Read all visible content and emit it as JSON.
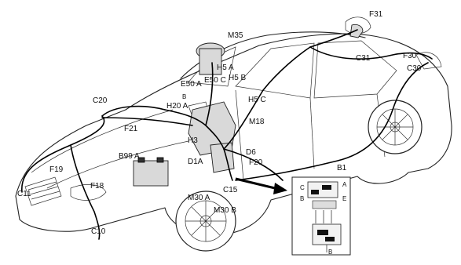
{
  "diagram": {
    "labels": {
      "F31": "F31",
      "M35": "M35",
      "C31": "C31",
      "F30": "F30",
      "C30": "C30",
      "H5A": "H5 A",
      "H5B": "H5 B",
      "E50A": "E50 A",
      "E50C": "E50 C",
      "H20A": "H20 A",
      "H20Bmark": "B",
      "H5C": "H5 C",
      "M18": "M18",
      "C20": "C20",
      "F21": "F21",
      "H3": "H3",
      "D1A": "D1A",
      "B99A": "B99 A",
      "D6": "D6",
      "F20": "F20",
      "F19": "F19",
      "F18": "F18",
      "C11": "C11",
      "C10": "C10",
      "C15": "C15",
      "M30A": "M30 A",
      "M30B": "M30 B",
      "B1": "B1"
    },
    "inset": {
      "pin_left_top": "C",
      "pin_left_bottom": "B",
      "pin_right_top": "A",
      "pin_right_bottom": "E",
      "bottom_mark": "B"
    }
  }
}
